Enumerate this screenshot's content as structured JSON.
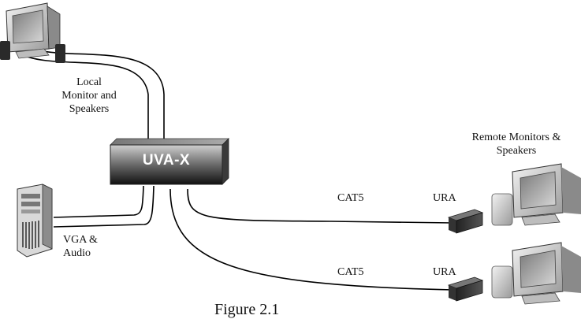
{
  "diagram": {
    "hub_label": "UVA-X",
    "local_label": [
      "Local",
      "Monitor and",
      "Speakers"
    ],
    "remote_label": [
      "Remote Monitors &",
      "Speakers"
    ],
    "computer_label": [
      "VGA &",
      "Audio"
    ],
    "links": [
      {
        "cable": "CAT5",
        "receiver": "URA"
      },
      {
        "cable": "CAT5",
        "receiver": "URA"
      }
    ],
    "caption": "Figure 2.1"
  }
}
